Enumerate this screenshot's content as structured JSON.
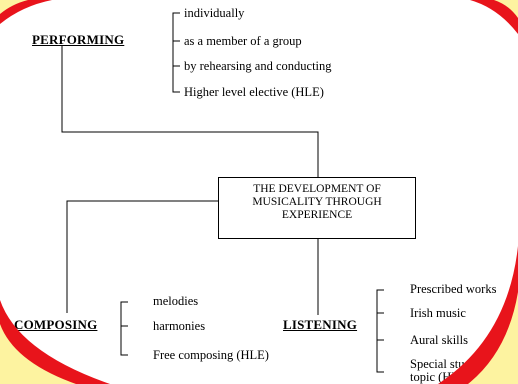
{
  "performing": {
    "heading": "PERFORMING",
    "items": [
      "individually",
      "as a member of a group",
      "by rehearsing and conducting",
      "Higher level elective (HLE)"
    ]
  },
  "center": {
    "lines": [
      "THE DEVELOPMENT OF",
      "MUSICALITY THROUGH",
      "EXPERIENCE"
    ]
  },
  "composing": {
    "heading": "COMPOSING",
    "items": [
      "melodies",
      "harmonies",
      "Free composing (HLE)"
    ]
  },
  "listening": {
    "heading": "LISTENING",
    "items": [
      "Prescribed works",
      "Irish music",
      "Aural skills",
      "Special study",
      "topic (HLE)"
    ]
  },
  "colors": {
    "frame_outer": "#e8141b",
    "frame_inner": "#fdf3a0"
  }
}
